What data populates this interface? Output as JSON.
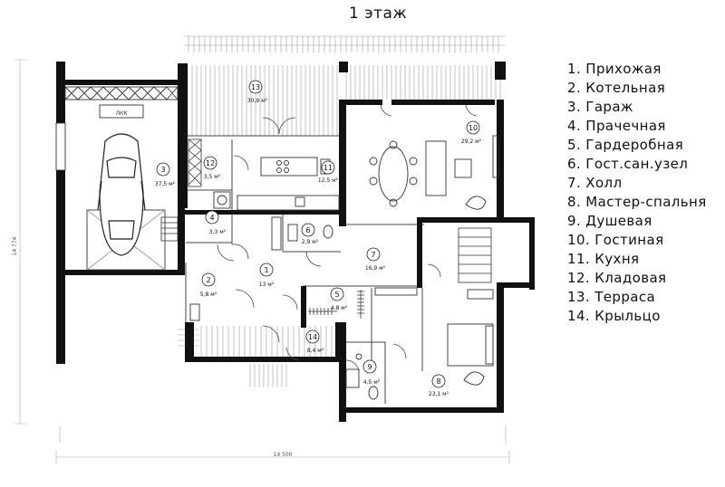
{
  "title": "1 этаж",
  "legend": [
    "1. Прихожая",
    "2. Котельная",
    "3. Гараж",
    "4. Прачечная",
    "5. Гардеробная",
    "6. Гост.сан.узел",
    "7. Холл",
    "8. Мастер-спальня",
    "9. Душевая",
    "10.  Гостиная",
    "11. Кухня",
    "12. Кладовая",
    "13. Терраса",
    "14. Крыльцо"
  ],
  "rooms": [
    {
      "num": "1",
      "area": "13 м²"
    },
    {
      "num": "2",
      "area": "5,8 м²"
    },
    {
      "num": "3",
      "area": "37,5 м²"
    },
    {
      "num": "4",
      "area": "3,3 м²"
    },
    {
      "num": "5",
      "area": "4,8 м²"
    },
    {
      "num": "6",
      "area": "2,9 м²"
    },
    {
      "num": "7",
      "area": "16,9 м²"
    },
    {
      "num": "8",
      "area": "23,1 м²"
    },
    {
      "num": "9",
      "area": "4,5 м²"
    },
    {
      "num": "10",
      "area": "29,2 м²"
    },
    {
      "num": "11",
      "area": "12,5 м²"
    },
    {
      "num": "12",
      "area": "3,5 м²"
    },
    {
      "num": "13",
      "area": "30,9 м²"
    },
    {
      "num": "14",
      "area": "8,4 м²"
    }
  ],
  "dimensions": {
    "width": "19 500",
    "depth": "14 774"
  },
  "labels": {
    "garage_item": "ЛКК"
  }
}
